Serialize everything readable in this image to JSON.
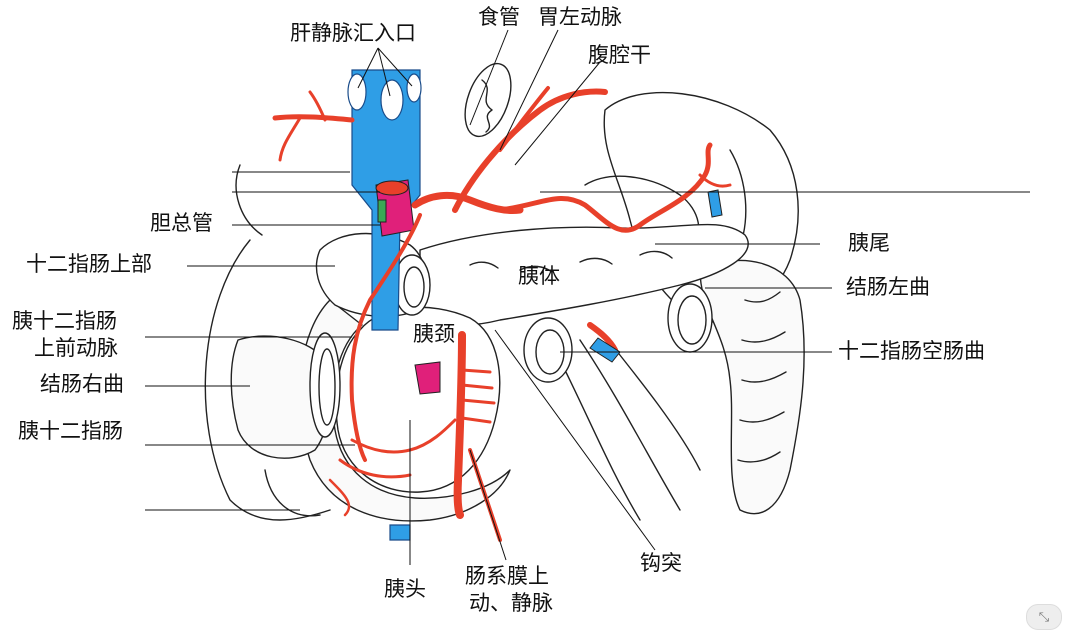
{
  "colors": {
    "artery": "#e8402a",
    "vein": "#2f9ee6",
    "duct": "#3aaa55",
    "portal_stump": "#e0207a",
    "outline": "#222222",
    "organ_fill": "#ffffff",
    "intestine_fill": "#fafafa"
  },
  "labels": {
    "hepatic_vein_entrance": "肝静脉汇入口",
    "esophagus": "食管",
    "left_gastric_artery": "胃左动脉",
    "celiac_trunk": "腹腔干",
    "common_bile_duct": "胆总管",
    "duodenum_superior": "十二指肠上部",
    "pancreas_tail": "胰尾",
    "pancreas_body": "胰体",
    "colon_left_flexure": "结肠左曲",
    "pancreaticoduodenal_artery_line1": "胰十二指肠",
    "pancreaticoduodenal_artery_line2": "上前动脉",
    "pancreas_neck": "胰颈",
    "duodenojejunal_flexure": "十二指肠空肠曲",
    "colon_right_flexure": "结肠右曲",
    "pancreaticoduodenal": "胰十二指肠",
    "uncinate_process": "钩突",
    "pancreas_head": "胰头",
    "mesenteric_vessels_line1": "肠系膜上",
    "mesenteric_vessels_line2": "动、静脉"
  },
  "icons": {
    "corner_button": "collapse-icon"
  }
}
